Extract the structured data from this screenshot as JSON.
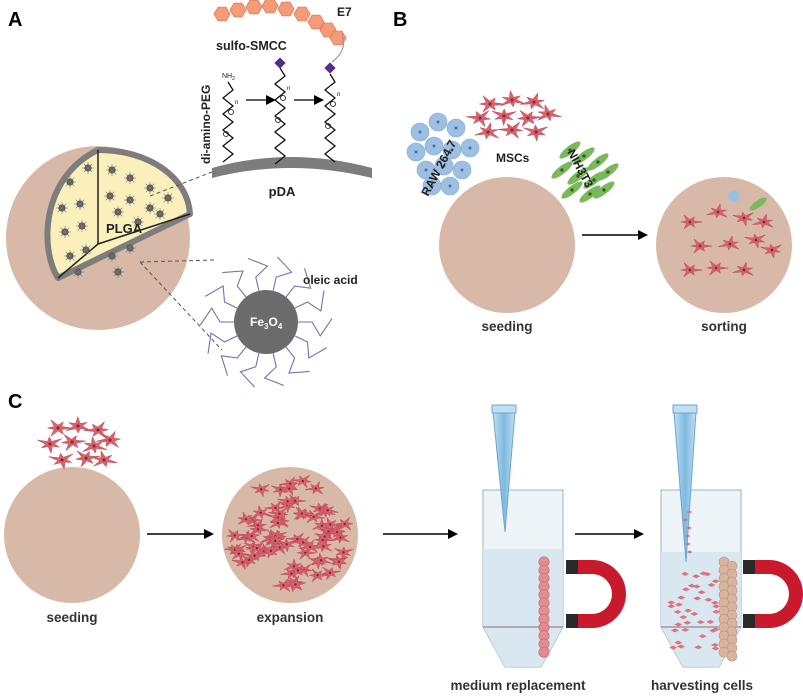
{
  "panels": {
    "a": {
      "letter": "A",
      "peptide_label": "E7",
      "linker_label": "sulfo-SMCC",
      "peg_label": "di-amino-PEG",
      "amine_label": "NH",
      "amine_sub": "2",
      "peg_repeat": "n",
      "coating_label": "pDA",
      "core_label": "PLGA",
      "ligand_label": "oleic acid",
      "particle_label": {
        "base": "Fe",
        "sub1": "3",
        "mid": "O",
        "sub2": "4"
      }
    },
    "b": {
      "letter": "B",
      "cell_types": [
        "RAW 264.7",
        "MSCs",
        "NIH3T3"
      ],
      "step_labels": [
        "seeding",
        "sorting"
      ]
    },
    "c": {
      "letter": "C",
      "step_labels": [
        "seeding",
        "expansion",
        "medium replacement",
        "harvesting cells"
      ]
    }
  },
  "colors": {
    "dish": "#d8b8a6",
    "msc": "#d9616c",
    "msc_nucleus": "#7a2a30",
    "macrophage": "#9dbfe2",
    "fibroblast": "#7ab85c",
    "shell": "#7d7d7d",
    "core": "#fbf0bb",
    "magnet": "#c8192d",
    "tube_liquid": "#d6e5ef",
    "ligand": "#7a6eb0"
  }
}
